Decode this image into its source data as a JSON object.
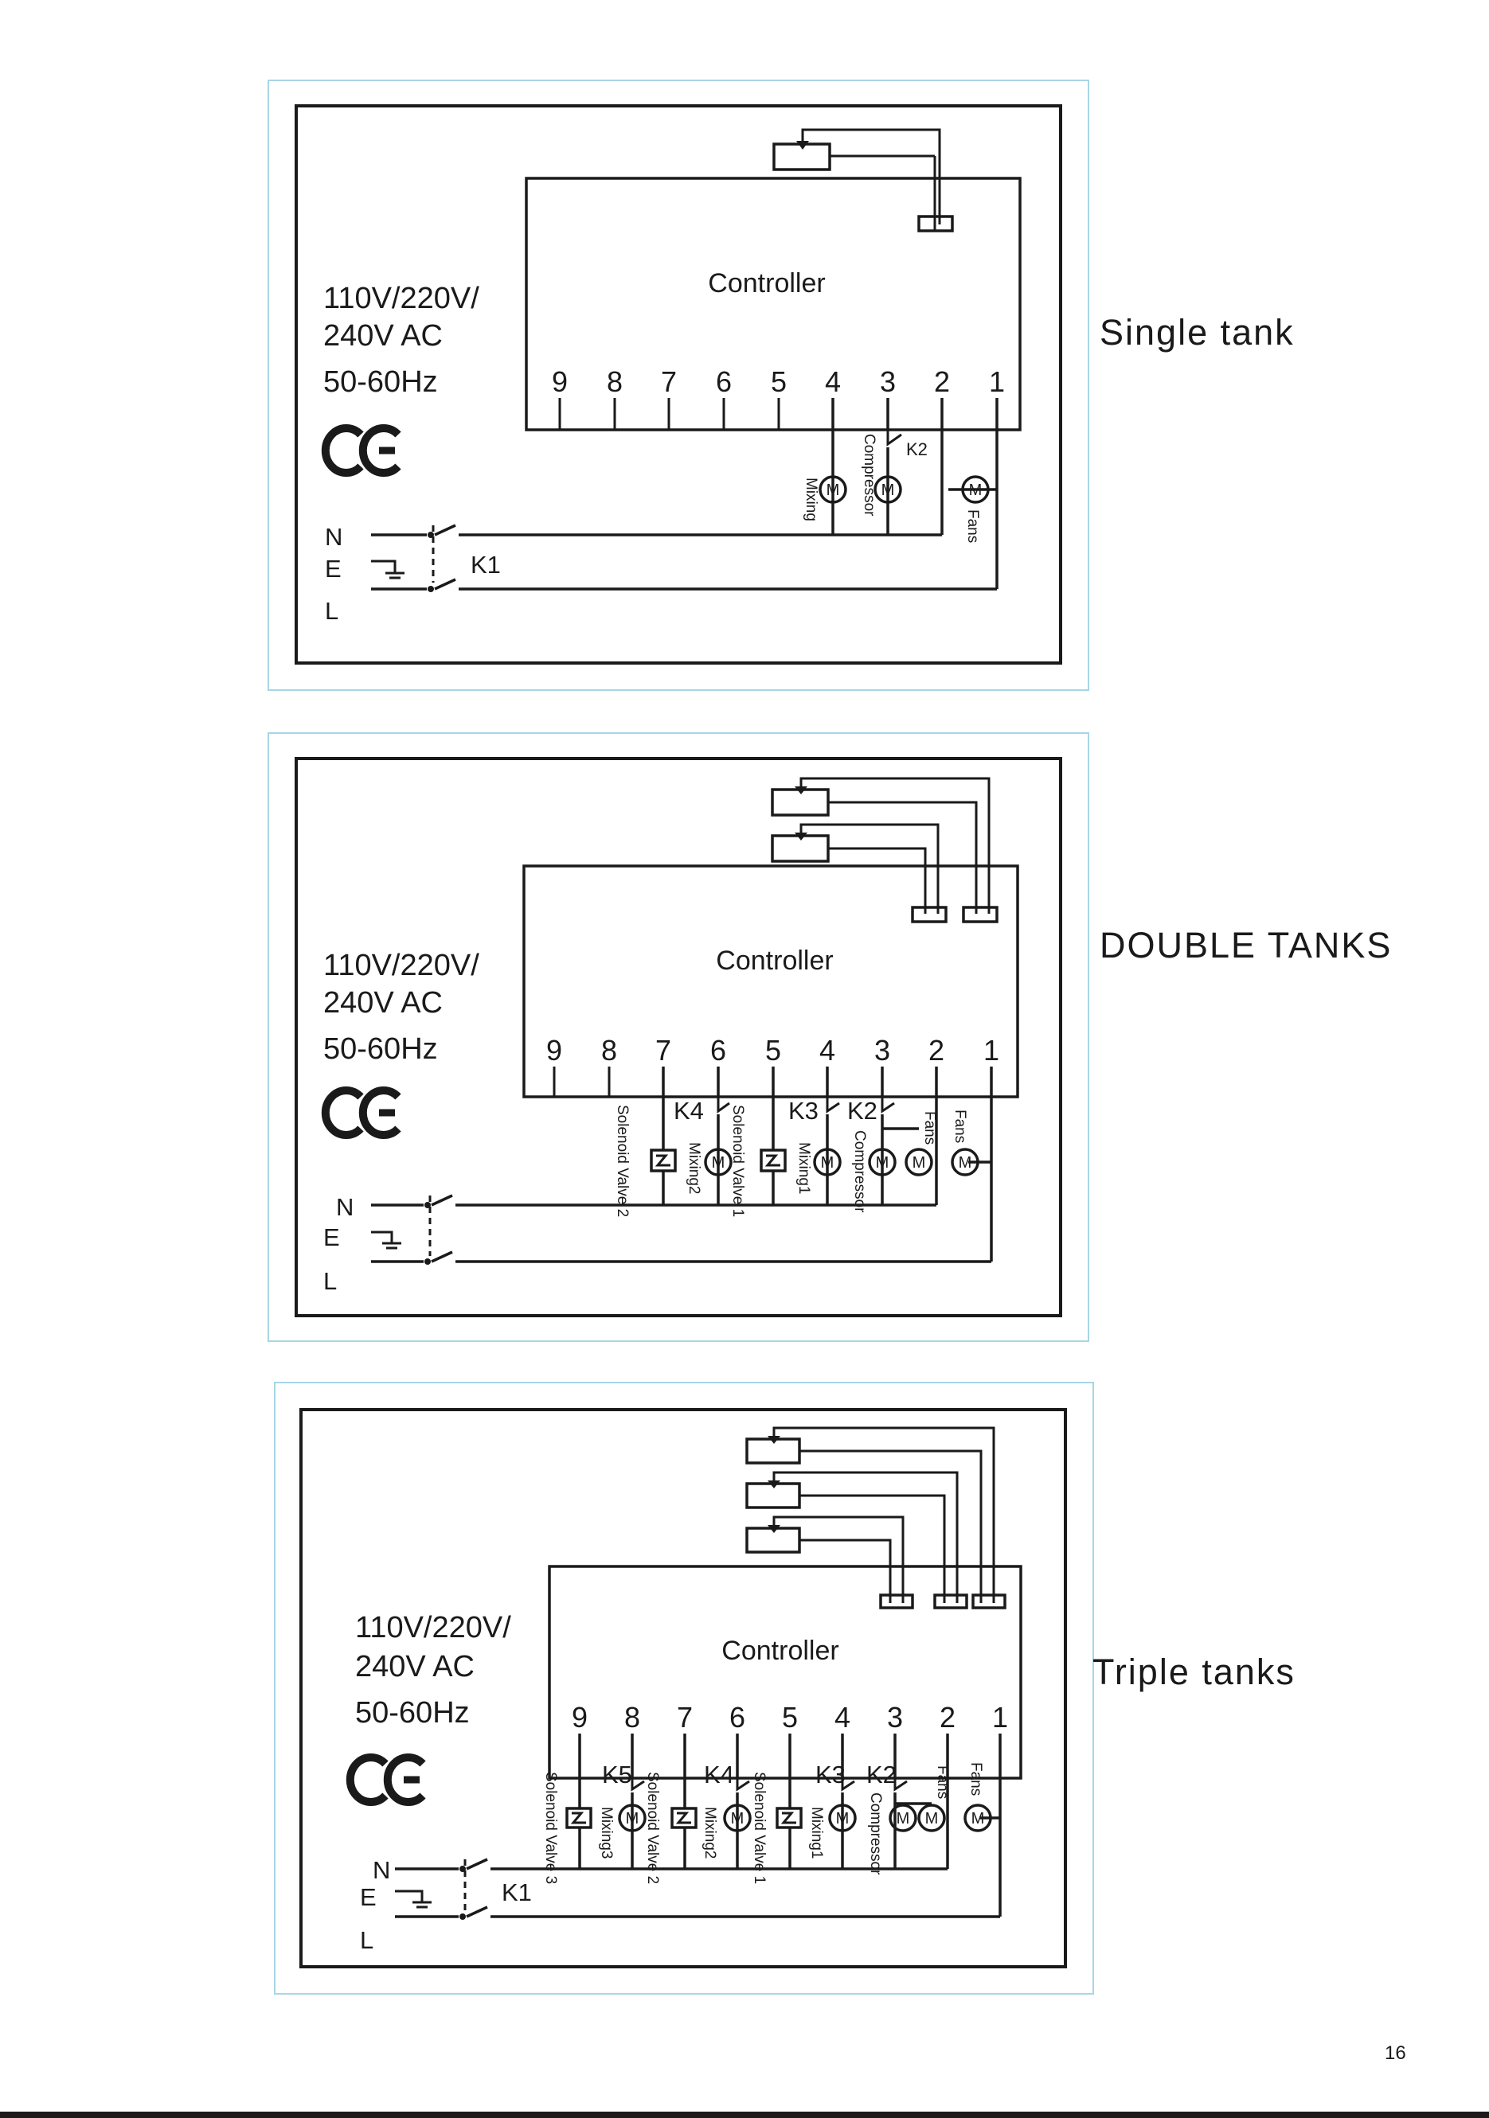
{
  "diagrams": [
    {
      "title": "Single tank",
      "controller": "Controller",
      "supply": [
        "110V/220V/",
        "240V  AC",
        "50-60Hz"
      ],
      "ce": "CE",
      "terminals": [
        "9",
        "8",
        "7",
        "6",
        "5",
        "4",
        "3",
        "2",
        "1"
      ],
      "lines": [
        "N",
        "E",
        "L"
      ],
      "switch": "K1",
      "relays": [
        "K2"
      ],
      "loads": [
        "Mixing",
        "Compressor",
        "Fans"
      ],
      "motor_symbol": "M"
    },
    {
      "title": "DOUBLE  TANKS",
      "controller": "Controller",
      "supply": [
        "110V/220V/",
        "240V  AC",
        "50-60Hz"
      ],
      "ce": "CE",
      "terminals": [
        "9",
        "8",
        "7",
        "6",
        "5",
        "4",
        "3",
        "2",
        "1"
      ],
      "lines": [
        "N",
        "E",
        "L"
      ],
      "relays": [
        "K4",
        "K3",
        "K2"
      ],
      "loads": [
        "Solenoid Valve 2",
        "Mixing2",
        "Solenoid Valve 1",
        "Mixing1",
        "Compressor",
        "Fans",
        "Fans"
      ],
      "motor_symbol": "M"
    },
    {
      "title": "Triple  tanks",
      "controller": "Controller",
      "supply": [
        "110V/220V/",
        "240V  AC",
        "50-60Hz"
      ],
      "ce": "CE",
      "terminals": [
        "9",
        "8",
        "7",
        "6",
        "5",
        "4",
        "3",
        "2",
        "1"
      ],
      "lines": [
        "N",
        "E",
        "L"
      ],
      "switch": "K1",
      "relays": [
        "K5",
        "K4",
        "K3",
        "K2"
      ],
      "loads": [
        "Solenoid Valve 3",
        "Mixing3",
        "Solenoid Valve 2",
        "Mixing2",
        "Solenoid Valve 1",
        "Mixing1",
        "Compressor",
        "Fans",
        "Fans"
      ],
      "motor_symbol": "M"
    }
  ],
  "page_number": "16"
}
